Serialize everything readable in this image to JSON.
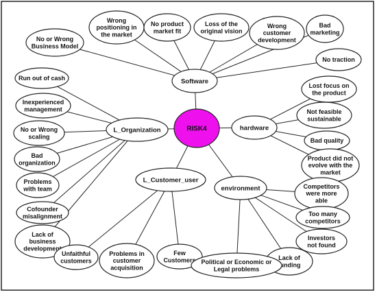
{
  "colors": {
    "center_fill": "#ee11ee",
    "node_fill": "#ffffff",
    "stroke": "#222222"
  },
  "center": {
    "id": "risk",
    "text": [
      "RISK4"
    ]
  },
  "hubs": [
    {
      "id": "software",
      "text": [
        "Software"
      ]
    },
    {
      "id": "organization",
      "text": [
        "L_Organization"
      ]
    },
    {
      "id": "hardware",
      "text": [
        "hardware"
      ]
    },
    {
      "id": "customer",
      "text": [
        "L_Customer_user"
      ]
    },
    {
      "id": "environment",
      "text": [
        "environment"
      ]
    }
  ],
  "leaves": [
    {
      "id": "no-wrong-business-model",
      "hub": "software",
      "text": [
        "No or Wrong",
        "Business Model"
      ]
    },
    {
      "id": "wrong-positioning",
      "hub": "software",
      "text": [
        "Wrong",
        "positioning in",
        "the market"
      ]
    },
    {
      "id": "no-product-market-fit",
      "hub": "software",
      "text": [
        "No product",
        "market fit"
      ]
    },
    {
      "id": "loss-of-vision",
      "hub": "software",
      "text": [
        "Loss of the",
        "original vision"
      ]
    },
    {
      "id": "wrong-customer-development",
      "hub": "software",
      "text": [
        "Wrong",
        "customer",
        "development"
      ]
    },
    {
      "id": "bad-marketing",
      "hub": "software",
      "text": [
        "Bad",
        "marketing"
      ]
    },
    {
      "id": "no-traction",
      "hub": "software",
      "text": [
        "No traction"
      ]
    },
    {
      "id": "run-out-of-cash",
      "hub": "organization",
      "text": [
        "Run out of cash"
      ]
    },
    {
      "id": "inexperienced-management",
      "hub": "organization",
      "text": [
        "Inexperienced",
        "management"
      ]
    },
    {
      "id": "no-wrong-scaling",
      "hub": "organization",
      "text": [
        "No or Wrong",
        "scaling"
      ]
    },
    {
      "id": "bad-organization",
      "hub": "organization",
      "text": [
        "Bad",
        "organization"
      ]
    },
    {
      "id": "problems-with-team",
      "hub": "organization",
      "text": [
        "Problems",
        "with team"
      ]
    },
    {
      "id": "cofounder-misalignment",
      "hub": "organization",
      "text": [
        "Cofounder",
        "misalignment"
      ]
    },
    {
      "id": "lack-business-development",
      "hub": "organization",
      "text": [
        "Lack of",
        "business",
        "development"
      ]
    },
    {
      "id": "lost-focus",
      "hub": "hardware",
      "text": [
        "Lost focus on",
        "the product"
      ]
    },
    {
      "id": "not-feasible",
      "hub": "hardware",
      "text": [
        "Not feasible",
        "sustainable"
      ]
    },
    {
      "id": "bad-quality",
      "hub": "hardware",
      "text": [
        "Bad quality"
      ]
    },
    {
      "id": "product-did-not-evolve",
      "hub": "hardware",
      "text": [
        "Product did not",
        "evolve with the",
        "market"
      ]
    },
    {
      "id": "unfaithful-customers",
      "hub": "customer",
      "text": [
        "Unfaithful",
        "customers"
      ]
    },
    {
      "id": "problems-customer-acquisition",
      "hub": "customer",
      "text": [
        "Problems in",
        "customer",
        "acquisition"
      ]
    },
    {
      "id": "few-customers",
      "hub": "customer",
      "text": [
        "Few",
        "Customers"
      ]
    },
    {
      "id": "competitors-more-able",
      "hub": "environment",
      "text": [
        "Competitors",
        "were more",
        "able"
      ]
    },
    {
      "id": "too-many-competitors",
      "hub": "environment",
      "text": [
        "Too many",
        "competitors"
      ]
    },
    {
      "id": "investors-not-found",
      "hub": "environment",
      "text": [
        "Investors",
        "not found"
      ]
    },
    {
      "id": "lack-of-funding",
      "hub": "environment",
      "text": [
        "Lack of",
        "funding"
      ]
    },
    {
      "id": "political-economic-legal",
      "hub": "environment",
      "text": [
        "Political or Economic or",
        "Legal problems"
      ]
    }
  ]
}
